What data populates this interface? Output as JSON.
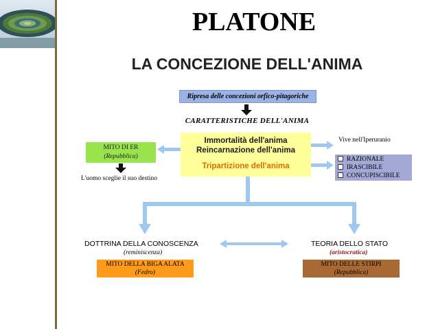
{
  "title": "PLATONE",
  "subtitle": "LA CONCEZIONE DELL'ANIMA",
  "orphic": "Ripresa delle concezioni orfico-pitagoriche",
  "characteristics_label": "CARATTERISTICHE  DELL'ANIMA",
  "central": {
    "line1": "Immortalità dell'anima",
    "line2": "Reincarnazione dell'anima",
    "line3": "Tripartizione dell'anima"
  },
  "er": {
    "line1": "MITO DI ER",
    "line2": "(Repubblica)"
  },
  "destiny": "L'uomo sceglie il suo destino",
  "hyperuranium": "Vive nell'Iperuranio",
  "parts": [
    "RAZIONALE",
    "IRASCIBILE",
    "CONCUPISCIBILE"
  ],
  "knowledge": {
    "label": "DOTTRINA DELLA CONOSCENZA",
    "sub": "(reminiscenza)"
  },
  "state": {
    "label": "TEORIA DELLO STATO",
    "sub": "(aristocratica)"
  },
  "chariot": {
    "line1": "MITO DELLA BIGA ALATA",
    "line2": "(Fedro)"
  },
  "stirpi": {
    "line1": "MITO DELLE STIRPI",
    "line2": "(Repubblica)"
  },
  "colors": {
    "orphic_box": "#9bb2e6",
    "central_box": "#ffff99",
    "tripartition_text": "#e06a00",
    "er_box": "#99e34d",
    "parts_box": "#a3a8d6",
    "chariot_box": "#ff9a1a",
    "stirpi_box": "#a86a32",
    "arrows": "#9fc8f0",
    "state_sub": "#8b1a1a"
  }
}
